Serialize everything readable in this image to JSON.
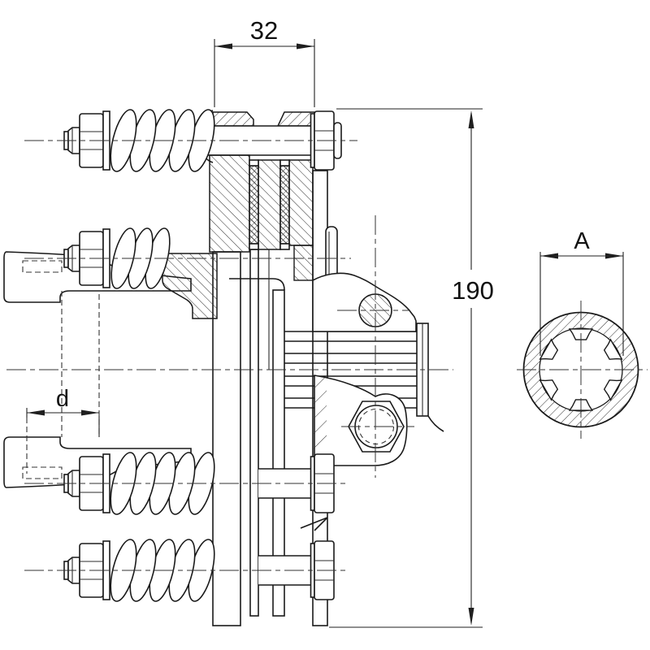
{
  "drawing": {
    "type": "technical-section-drawing",
    "subject": "friction-clutch-with-splined-bore",
    "line_color": "#1a1a1a",
    "background": "#ffffff",
    "dimensions": {
      "top_width": "32",
      "right_height": "190",
      "left_feature": "d",
      "bore_diameter": "A"
    }
  }
}
